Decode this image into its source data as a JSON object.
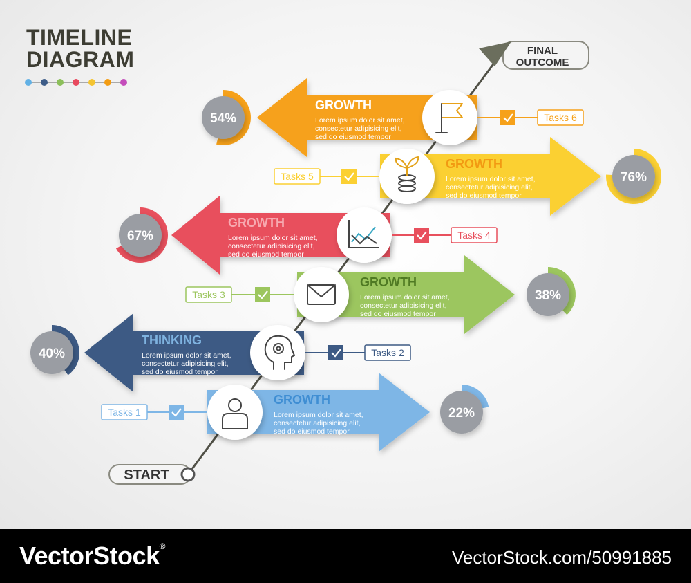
{
  "title": {
    "line1": "TIMELINE",
    "line2": "DIAGRAM"
  },
  "title_dots": [
    "#62b1e5",
    "#3d5c88",
    "#8cbf5a",
    "#e84a5f",
    "#f4c430",
    "#f39c12",
    "#c44dbb"
  ],
  "start_label": "START",
  "final_label": {
    "line1": "FINAL",
    "line2": "OUTCOME"
  },
  "steps": [
    {
      "heading": "GROWTH",
      "body": [
        "Lorem ipsum dolor sit amet,",
        "consectetur adipisicing elit,",
        "sed do eiusmod tempor"
      ],
      "percent": "22%",
      "percent_value": 22,
      "task": "Tasks 1",
      "icon": "person-icon",
      "color": "#7eb6e6",
      "heading_color": "#3f8ed3"
    },
    {
      "heading": "THINKING",
      "body": [
        "Lorem ipsum dolor sit amet,",
        "consectetur adipisicing elit,",
        "sed do eiusmod tempor"
      ],
      "percent": "40%",
      "percent_value": 40,
      "task": "Tasks 2",
      "icon": "head-gear-icon",
      "color": "#3d5a84",
      "heading_color": "#7fb3e0"
    },
    {
      "heading": "GROWTH",
      "body": [
        "Lorem ipsum dolor sit amet,",
        "consectetur adipisicing elit,",
        "sed do eiusmod tempor"
      ],
      "percent": "38%",
      "percent_value": 38,
      "task": "Tasks 3",
      "icon": "envelope-icon",
      "color": "#9cc65e",
      "heading_color": "#4f7a23"
    },
    {
      "heading": "GROWTH",
      "body": [
        "Lorem ipsum dolor sit amet,",
        "consectetur adipisicing elit,",
        "sed do eiusmod tempor"
      ],
      "percent": "67%",
      "percent_value": 67,
      "task": "Tasks 4",
      "icon": "chart-trend-icon",
      "color": "#e8505d",
      "heading_color": "#f7a9b0"
    },
    {
      "heading": "GROWTH",
      "body": [
        "Lorem ipsum dolor sit amet,",
        "consectetur adipisicing elit,",
        "sed do eiusmod tempor"
      ],
      "percent": "76%",
      "percent_value": 76,
      "task": "Tasks 5",
      "icon": "coins-plant-icon",
      "color": "#fbd033",
      "heading_color": "#f29a12"
    },
    {
      "heading": "GROWTH",
      "body": [
        "Lorem ipsum dolor sit amet,",
        "consectetur adipisicing elit,",
        "sed do eiusmod tempor"
      ],
      "percent": "54%",
      "percent_value": 54,
      "task": "Tasks 6",
      "icon": "flag-icon",
      "color": "#f6a11a",
      "heading_color": "#ffffff"
    }
  ],
  "footer": {
    "brand": "VectorStock",
    "registered": "®",
    "image_id": "VectorStock.com/50991885"
  }
}
